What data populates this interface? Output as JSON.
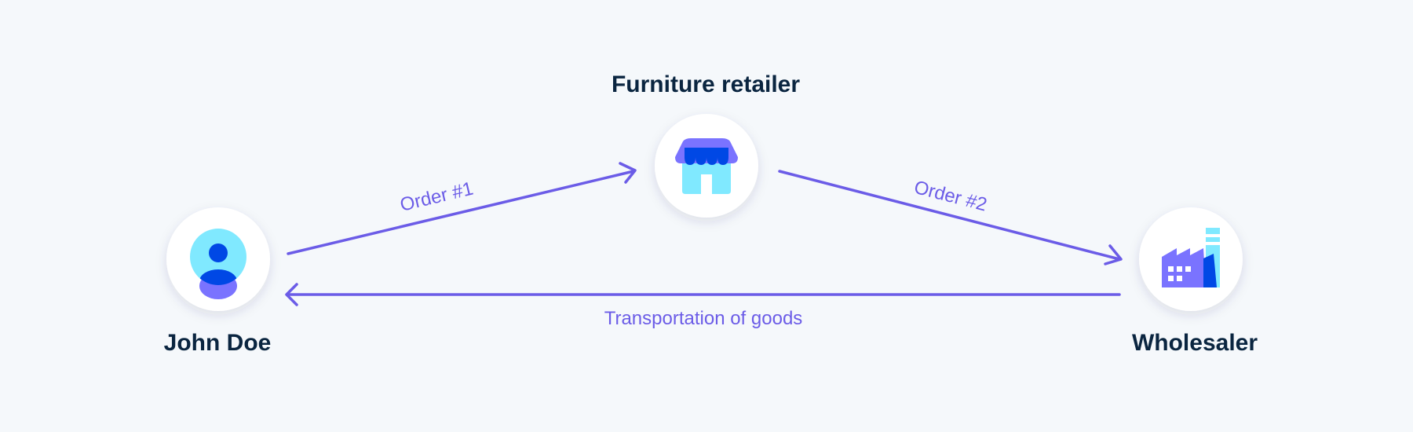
{
  "colors": {
    "background": "#f5f8fb",
    "arrow": "#6b5ce7",
    "label_dark": "#0a2540",
    "icon_light": "#80e9ff",
    "icon_dark": "#0048e5",
    "icon_purple": "#7a73ff",
    "node_fill": "#ffffff"
  },
  "nodes": {
    "customer": {
      "label": "John Doe",
      "icon": "person-icon"
    },
    "retailer": {
      "label": "Furniture retailer",
      "icon": "storefront-icon"
    },
    "wholesaler": {
      "label": "Wholesaler",
      "icon": "factory-icon"
    }
  },
  "edges": {
    "order1": {
      "label": "Order #1",
      "from": "customer",
      "to": "retailer"
    },
    "order2": {
      "label": "Order #2",
      "from": "retailer",
      "to": "wholesaler"
    },
    "transport": {
      "label": "Transportation of goods",
      "from": "wholesaler",
      "to": "customer"
    }
  }
}
